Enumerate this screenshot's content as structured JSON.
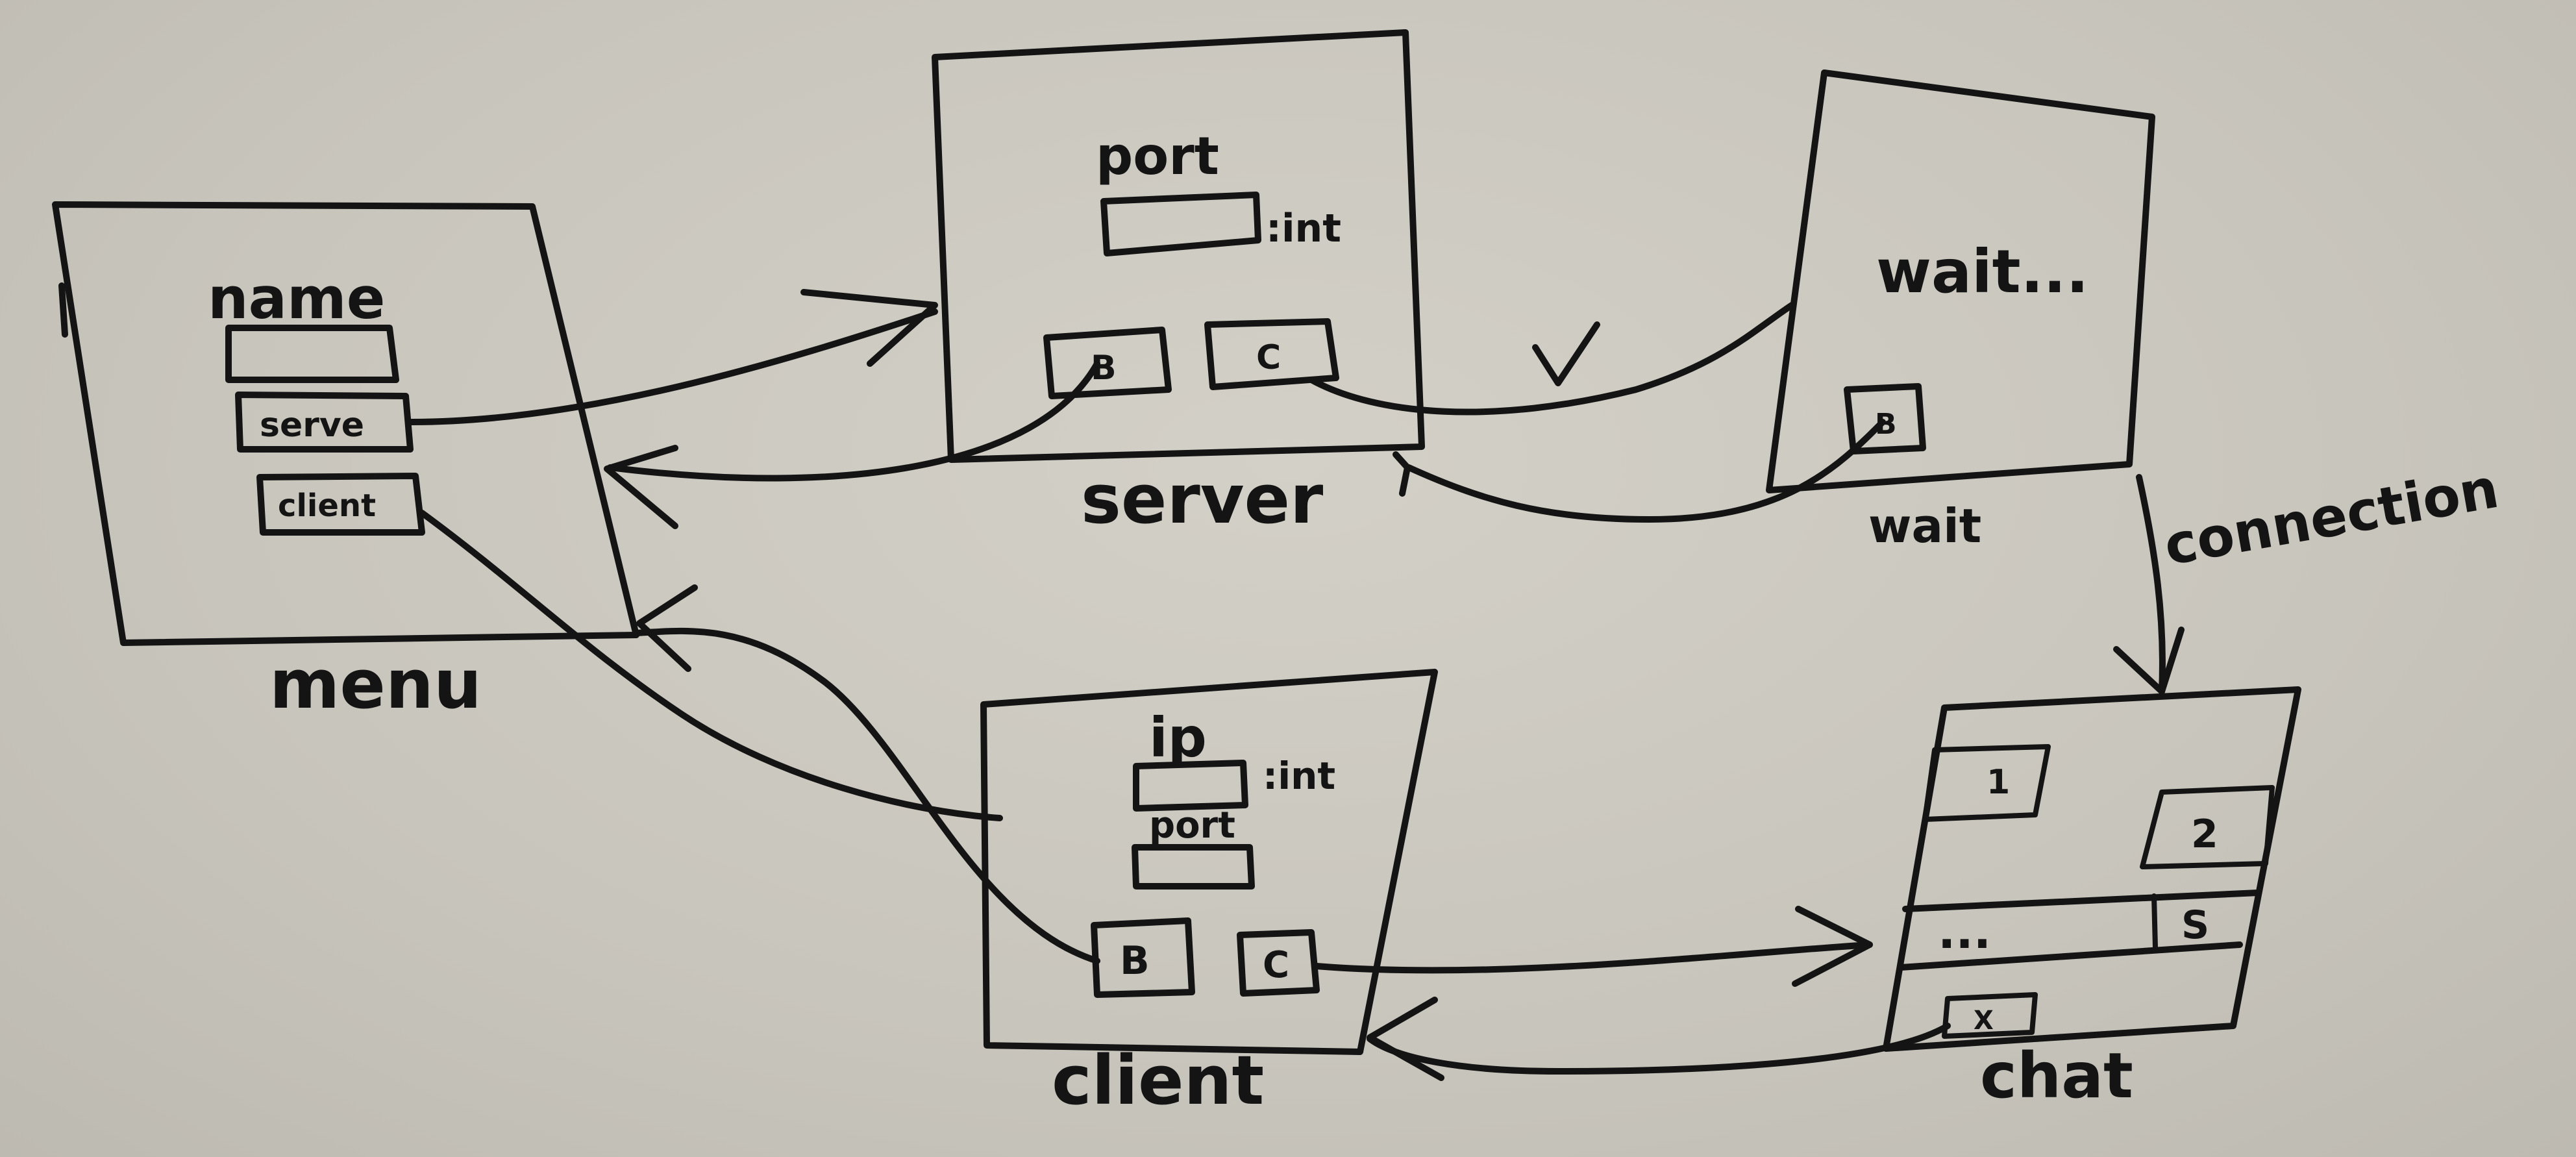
{
  "screens": {
    "menu": {
      "caption": "menu",
      "name_label": "name",
      "serve_button": "serve",
      "client_button": "client"
    },
    "server": {
      "caption": "server",
      "port_label": "port",
      "type_label": ":int",
      "b_button": "B",
      "c_button": "C"
    },
    "wait": {
      "caption": "wait",
      "message": "wait...",
      "b_button": "B"
    },
    "client": {
      "caption": "client",
      "ip_label": "ip",
      "type_label": ":int",
      "port_label": "port",
      "b_button": "B",
      "c_button": "C"
    },
    "chat": {
      "caption": "chat",
      "msg1": "1",
      "msg2": "2",
      "input_placeholder": "...",
      "send_button": "S",
      "close_button": "X"
    }
  },
  "edges": {
    "ok_mark": "✓",
    "connection": "connection"
  },
  "colors": {
    "ink": "#141414",
    "board": "#cecbc2"
  }
}
